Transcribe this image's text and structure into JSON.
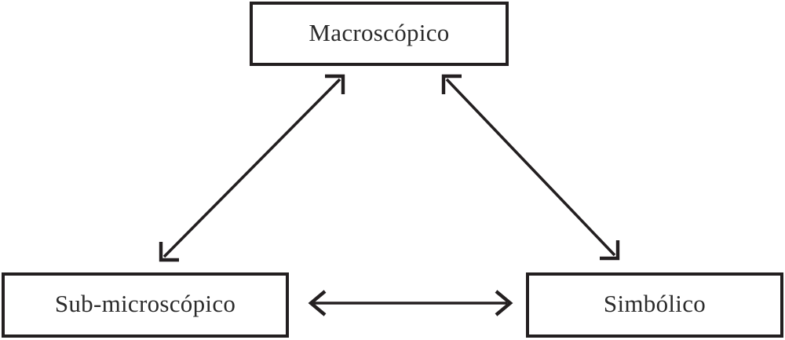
{
  "diagram": {
    "type": "triangle-relationship-diagram",
    "background_color": "#ffffff",
    "border_color": "#231f20",
    "text_color": "#2b2b2b",
    "nodes": [
      {
        "id": "macroscopico",
        "label": "Macroscópico",
        "position": "top-center"
      },
      {
        "id": "sub-microscopico",
        "label": "Sub-microscópico",
        "position": "bottom-left"
      },
      {
        "id": "simbolico",
        "label": "Simbólico",
        "position": "bottom-right"
      }
    ],
    "connectors": [
      {
        "id": "macroscopico-submicroscopico",
        "from": "macroscopico",
        "to": "sub-microscopico",
        "style": "double-headed-arrow"
      },
      {
        "id": "macroscopico-simbolico",
        "from": "macroscopico",
        "to": "simbolico",
        "style": "double-headed-arrow"
      },
      {
        "id": "submicroscopico-simbolico",
        "from": "sub-microscopico",
        "to": "simbolico",
        "style": "double-headed-arrow"
      }
    ]
  }
}
